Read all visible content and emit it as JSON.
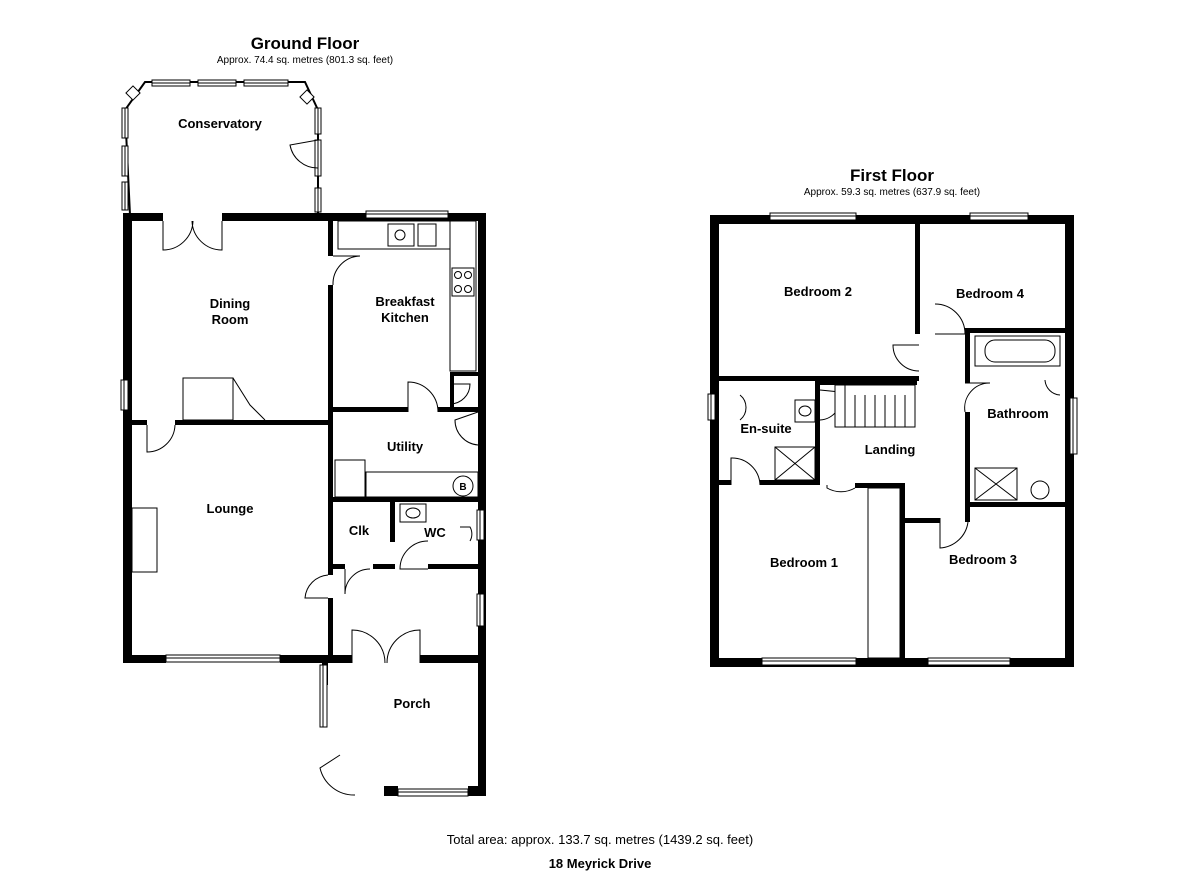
{
  "ground_floor": {
    "title": "Ground Floor",
    "area": "Approx. 74.4 sq. metres (801.3 sq. feet)",
    "rooms": {
      "conservatory": "Conservatory",
      "dining_1": "Dining",
      "dining_2": "Room",
      "kitchen_1": "Breakfast",
      "kitchen_2": "Kitchen",
      "utility": "Utility",
      "lounge": "Lounge",
      "clk": "Clk",
      "wc": "WC",
      "porch": "Porch",
      "boiler": "B"
    }
  },
  "first_floor": {
    "title": "First Floor",
    "area": "Approx. 59.3 sq. metres (637.9 sq. feet)",
    "rooms": {
      "bedroom2": "Bedroom 2",
      "bedroom4": "Bedroom 4",
      "ensuite": "En-suite",
      "landing": "Landing",
      "bathroom": "Bathroom",
      "bedroom1": "Bedroom 1",
      "bedroom3": "Bedroom 3"
    }
  },
  "footer": {
    "total_area": "Total area: approx. 133.7 sq. metres (1439.2 sq. feet)",
    "address": "18 Meyrick Drive"
  }
}
